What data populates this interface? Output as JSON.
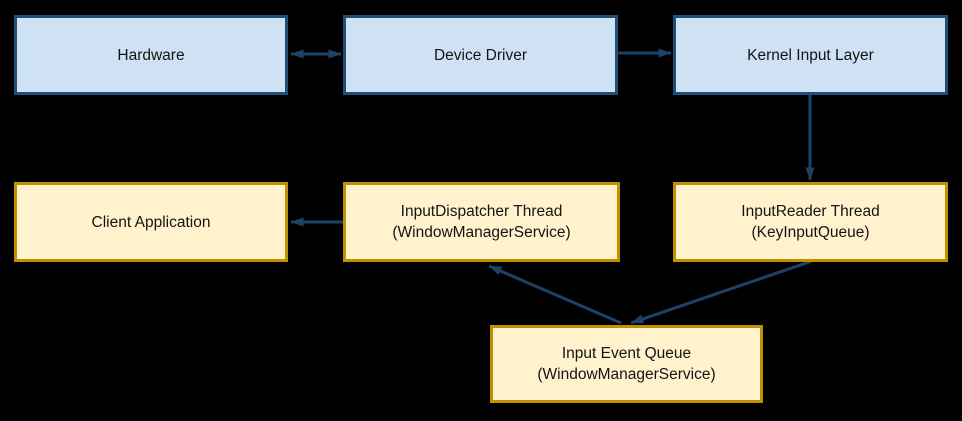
{
  "colors": {
    "background": "#000000",
    "blue_box_fill": "#cfe2f3",
    "blue_box_border": "#1f4e79",
    "yellow_box_fill": "#fff2cc",
    "yellow_box_border": "#bf9000",
    "arrow": "#1d4266",
    "text": "#141414"
  },
  "nodes": {
    "hardware": {
      "label": "Hardware"
    },
    "device_driver": {
      "label": "Device Driver"
    },
    "kernel_input_layer": {
      "label": "Kernel Input Layer"
    },
    "client_application": {
      "label": "Client Application"
    },
    "input_dispatcher": {
      "label": "InputDispatcher Thread",
      "sublabel": "(WindowManagerService)"
    },
    "input_reader": {
      "label": "InputReader Thread",
      "sublabel": "(KeyInputQueue)"
    },
    "input_event_queue": {
      "label": "Input Event Queue",
      "sublabel": "(WindowManagerService)"
    }
  },
  "edges": [
    {
      "from": "Hardware",
      "to": "Device Driver",
      "bidirectional": true
    },
    {
      "from": "Device Driver",
      "to": "Kernel Input Layer",
      "bidirectional": false
    },
    {
      "from": "Kernel Input Layer",
      "to": "InputReader Thread",
      "bidirectional": false
    },
    {
      "from": "InputDispatcher Thread",
      "to": "Client Application",
      "bidirectional": false
    },
    {
      "from": "InputReader Thread",
      "to": "Input Event Queue",
      "bidirectional": false
    },
    {
      "from": "Input Event Queue",
      "to": "InputDispatcher Thread",
      "bidirectional": false
    }
  ]
}
